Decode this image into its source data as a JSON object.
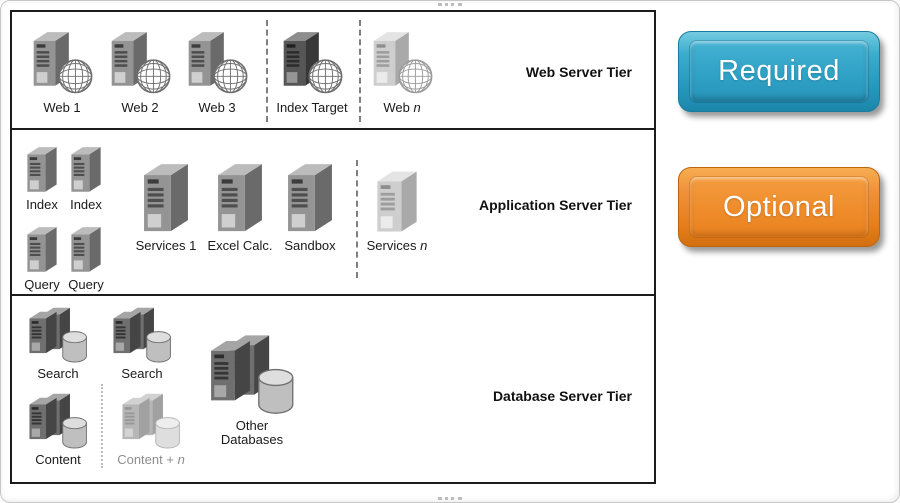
{
  "diagram": {
    "tiers": [
      {
        "label": "Web Server Tier",
        "items": [
          {
            "label": "Web 1",
            "icon": "web-server-icon"
          },
          {
            "label": "Web 2",
            "icon": "web-server-icon"
          },
          {
            "label": "Web 3",
            "icon": "web-server-icon"
          },
          {
            "label": "Index Target",
            "icon": "web-server-icon"
          },
          {
            "label": "Web ",
            "label_n": "n",
            "icon": "web-server-icon"
          }
        ]
      },
      {
        "label": "Application Server Tier",
        "items": [
          {
            "label": "Index",
            "icon": "app-server-icon"
          },
          {
            "label": "Index",
            "icon": "app-server-icon"
          },
          {
            "label": "Query",
            "icon": "app-server-icon"
          },
          {
            "label": "Query",
            "icon": "app-server-icon"
          },
          {
            "label": "Services 1",
            "icon": "app-server-icon"
          },
          {
            "label": "Excel Calc.",
            "icon": "app-server-icon"
          },
          {
            "label": "Sandbox",
            "icon": "app-server-icon"
          },
          {
            "label": "Services ",
            "label_n": "n",
            "icon": "app-server-icon"
          }
        ]
      },
      {
        "label": "Database Server Tier",
        "items": [
          {
            "label": "Search",
            "icon": "database-server-icon"
          },
          {
            "label": "Search",
            "icon": "database-server-icon"
          },
          {
            "label": "Content",
            "icon": "database-server-icon"
          },
          {
            "label": "Content + ",
            "label_n": "n",
            "icon": "database-server-icon"
          },
          {
            "label": "Other",
            "label_line2": "Databases",
            "icon": "database-server-icon"
          }
        ]
      }
    ]
  },
  "legend": {
    "required_label": "Required",
    "optional_label": "Optional",
    "required_color": "#2e9fc4",
    "optional_color": "#ee8a2a"
  }
}
